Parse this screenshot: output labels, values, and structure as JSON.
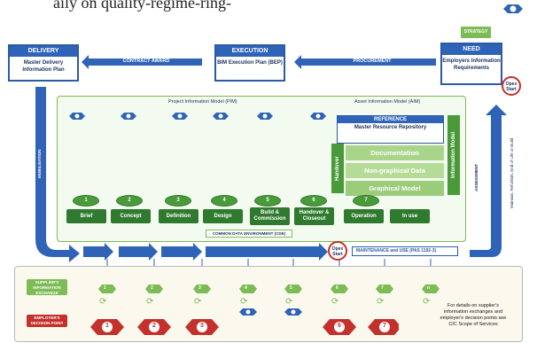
{
  "top_text": "aily on quality-regime-ring-",
  "strategy": "STRATEGY",
  "delivery": {
    "title": "DELIVERY",
    "body": "Master Delivery Information Plan"
  },
  "execution": {
    "title": "EXECUTION",
    "body": "BIM Execution Plan (BEP)"
  },
  "need": {
    "title": "NEED",
    "body": "Employers Information Requirements"
  },
  "flows": {
    "contract_award": "CONTRACT AWARD",
    "procurement": "PROCUREMENT"
  },
  "pim_label": "Project Information Model (PIM)",
  "aim_label": "Asset Information Model (AIM)",
  "reference": {
    "title": "REFERENCE",
    "body": "Master Resource Repository"
  },
  "layers": [
    "Documentation",
    "Non-graphical Data",
    "Graphical Model"
  ],
  "handover": "Handover",
  "information_model": "Information Model",
  "stages": [
    {
      "num": "1",
      "label": "Brief"
    },
    {
      "num": "2",
      "label": "Concept"
    },
    {
      "num": "3",
      "label": "Definition"
    },
    {
      "num": "4",
      "label": "Design"
    },
    {
      "num": "5",
      "label": "Build & Commission"
    },
    {
      "num": "6",
      "label": "Handover & Closeout"
    },
    {
      "num": "7",
      "label": "Operation"
    },
    {
      "num": "",
      "label": "In use"
    }
  ],
  "cde": "COMMON DATA ENVIRONMENT (CDE)",
  "opex": "Opex Start",
  "maintenance": "MAINTENANCE and USE (PAS 1192-3)",
  "mobilisation": "MOBILISATION",
  "assessment": "ASSESSMENT",
  "assessment_sub": "Maintain, Refurbish, End of Life or Build",
  "supplier_exchange": "SUPPLIER'S INFORMATION EXCHANGE",
  "decision_point": "EMPLOYER'S DECISION POINT",
  "exchange_nums": [
    "1",
    "2",
    "3",
    "4",
    "5",
    "6",
    "7",
    "n"
  ],
  "decision_nums": [
    "1",
    "2",
    "3",
    "6",
    "7"
  ],
  "note": "For details on supplier's information exchanges and employer's decision points see CIC Scope of Services",
  "colors": {
    "blue": "#2e63b8",
    "dark_blue": "#1b2f5a",
    "green": "#7dbb55",
    "dark_green": "#2f7a2e",
    "red": "#c4302b"
  }
}
